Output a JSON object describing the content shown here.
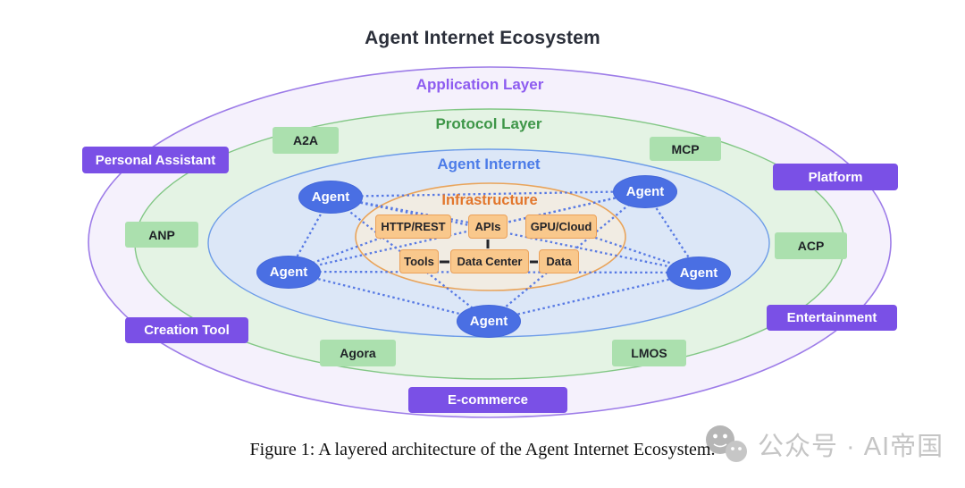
{
  "title": "Agent Internet Ecosystem",
  "layers": {
    "application": "Application Layer",
    "protocol": "Protocol Layer",
    "agent_internet": "Agent Internet",
    "infrastructure": "Infrastructure"
  },
  "application_labels": [
    "Personal Assistant",
    "Platform",
    "Creation Tool",
    "Entertainment",
    "E-commerce"
  ],
  "protocol_labels": [
    "A2A",
    "MCP",
    "ANP",
    "ACP",
    "Agora",
    "LMOS"
  ],
  "agent_label": "Agent",
  "infrastructure_nodes": [
    "HTTP/REST",
    "APIs",
    "GPU/Cloud",
    "Tools",
    "Data Center",
    "Data"
  ],
  "caption": "Figure 1: A layered architecture of the Agent Internet Ecosystem.",
  "watermark": {
    "icon": "wechat-icon",
    "text": "公众号 · AI帝国"
  },
  "colors": {
    "application_fill": "#f5f1fc",
    "application_stroke": "#9d7ce8",
    "application_text": "#8d5cf0",
    "protocol_fill": "#e4f3e4",
    "protocol_stroke": "#82c785",
    "protocol_text": "#3e9648",
    "agent_internet_fill": "#dce7f7",
    "agent_internet_stroke": "#6d9ce8",
    "agent_internet_text": "#4c7ce8",
    "infrastructure_fill": "#f1ece3",
    "infrastructure_stroke": "#e9a45b",
    "infrastructure_text": "#e2762c",
    "agent_node_fill": "#4a6fe3",
    "infra_box_fill": "#f9c88c",
    "infra_box_border": "#eba159",
    "protocol_box_fill": "#abe0ae",
    "application_box_fill": "#7a50e6",
    "dotted_link": "#4a6fe3",
    "title_text": "#2b2f3a",
    "watermark_text": "#c5c5c5"
  }
}
